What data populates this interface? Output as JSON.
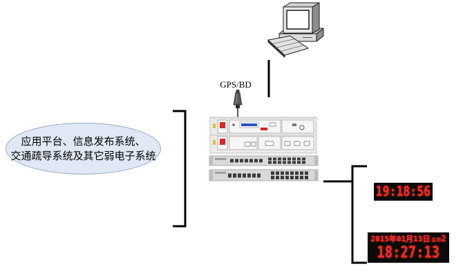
{
  "antenna": {
    "label": "GPS/BD",
    "icon": "satellite-antenna-icon"
  },
  "computer": {
    "icon": "computer-icon"
  },
  "equipment": {
    "server_icon": "time-server-icon",
    "switch_icon": "network-switch-icon"
  },
  "client_systems": {
    "lines": [
      "应用平台、信息发布系统、",
      "交通疏导系统及其它弱电子系统"
    ]
  },
  "clocks": {
    "small": {
      "time": "19:18:56"
    },
    "large": {
      "date": "2015年01月13日",
      "weekday_label": "星期",
      "weekday": "2",
      "time": "18:27:13"
    }
  },
  "colors": {
    "led_red": "#ff2a22",
    "led_background": "#0b0b0b",
    "bubble_fill": "#dfe8f4",
    "bubble_stroke": "#9aa9bd",
    "connector_line": "#000000"
  }
}
